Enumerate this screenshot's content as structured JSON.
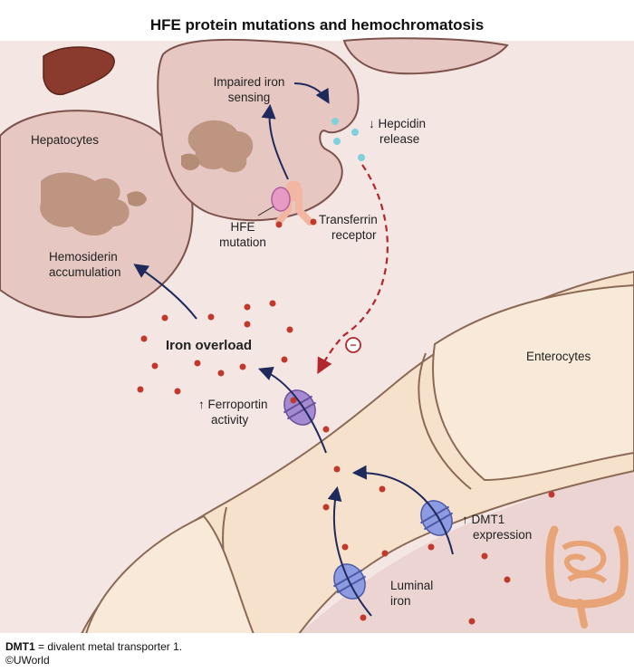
{
  "title": "HFE protein mutations and hemochromatosis",
  "labels": {
    "hepatocytes": "Hepatocytes",
    "impaired_1": "Impaired iron",
    "impaired_2": "sensing",
    "hepcidin_1": "↓ Hepcidin",
    "hepcidin_2": "release",
    "hfe_1": "HFE",
    "hfe_2": "mutation",
    "transferrin_1": "Transferrin",
    "transferrin_2": "receptor",
    "hemosiderin_1": "Hemosiderin",
    "hemosiderin_2": "accumulation",
    "iron_overload": "Iron overload",
    "enterocytes": "Enterocytes",
    "ferroportin_1": "↑ Ferroportin",
    "ferroportin_2": "activity",
    "dmt1_1": "↑ DMT1",
    "dmt1_2": "expression",
    "luminal_1": "Luminal",
    "luminal_2": "iron",
    "inhibit_sign": "−"
  },
  "footer": {
    "abbr": "DMT1",
    "definition": " = divalent metal transporter 1.",
    "copyright": "©UWorld"
  },
  "colors": {
    "hepatocyte_fill": "#e7c9c4",
    "hepatocyte_stroke": "#7a4e48",
    "background_tissue": "#f1e4e1",
    "enterocyte_fill": "#f6e3cf",
    "enterocyte_stroke": "#8b6a55",
    "iron_dot": "#c0392b",
    "hepcidin_dot": "#7fd0dc",
    "arrow": "#1f2a5c",
    "inhibition": "#b3262b",
    "ferroportin": "#a48ad0",
    "dmt1": "#8d9be0",
    "hfe": "#e89ac7",
    "transferrin": "#f2b7a2"
  }
}
